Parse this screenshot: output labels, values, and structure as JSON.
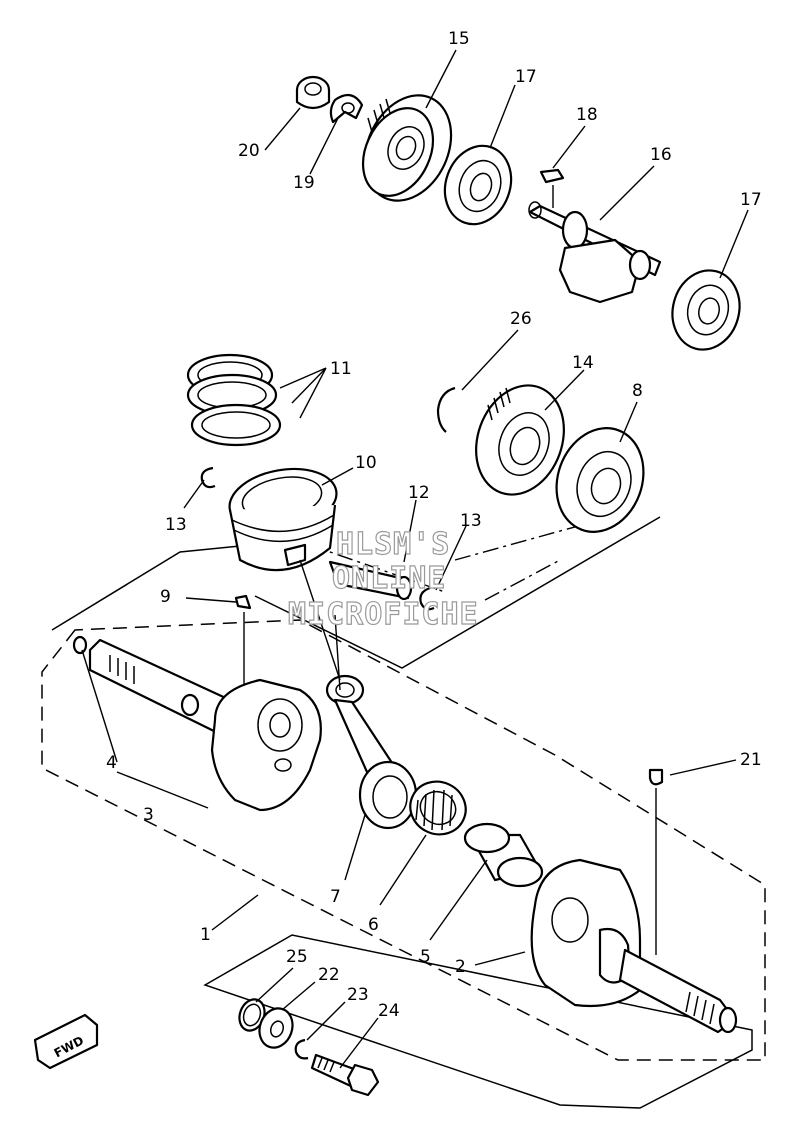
{
  "watermark": {
    "line1": "HLSM'S",
    "line2": "ONLINE",
    "line3": "MICROFICHE"
  },
  "direction_badge": {
    "label": "FWD"
  },
  "callouts": [
    {
      "id": "1",
      "text": "1"
    },
    {
      "id": "2",
      "text": "2"
    },
    {
      "id": "3",
      "text": "3"
    },
    {
      "id": "4",
      "text": "4"
    },
    {
      "id": "5",
      "text": "5"
    },
    {
      "id": "6",
      "text": "6"
    },
    {
      "id": "7",
      "text": "7"
    },
    {
      "id": "8",
      "text": "8"
    },
    {
      "id": "9",
      "text": "9"
    },
    {
      "id": "10",
      "text": "10"
    },
    {
      "id": "11",
      "text": "11"
    },
    {
      "id": "12",
      "text": "12"
    },
    {
      "id": "13a",
      "text": "13"
    },
    {
      "id": "13b",
      "text": "13"
    },
    {
      "id": "14",
      "text": "14"
    },
    {
      "id": "15",
      "text": "15"
    },
    {
      "id": "16",
      "text": "16"
    },
    {
      "id": "17a",
      "text": "17"
    },
    {
      "id": "17b",
      "text": "17"
    },
    {
      "id": "18",
      "text": "18"
    },
    {
      "id": "19",
      "text": "19"
    },
    {
      "id": "20",
      "text": "20"
    },
    {
      "id": "21",
      "text": "21"
    },
    {
      "id": "22",
      "text": "22"
    },
    {
      "id": "23",
      "text": "23"
    },
    {
      "id": "24",
      "text": "24"
    },
    {
      "id": "25",
      "text": "25"
    },
    {
      "id": "26",
      "text": "26"
    }
  ]
}
